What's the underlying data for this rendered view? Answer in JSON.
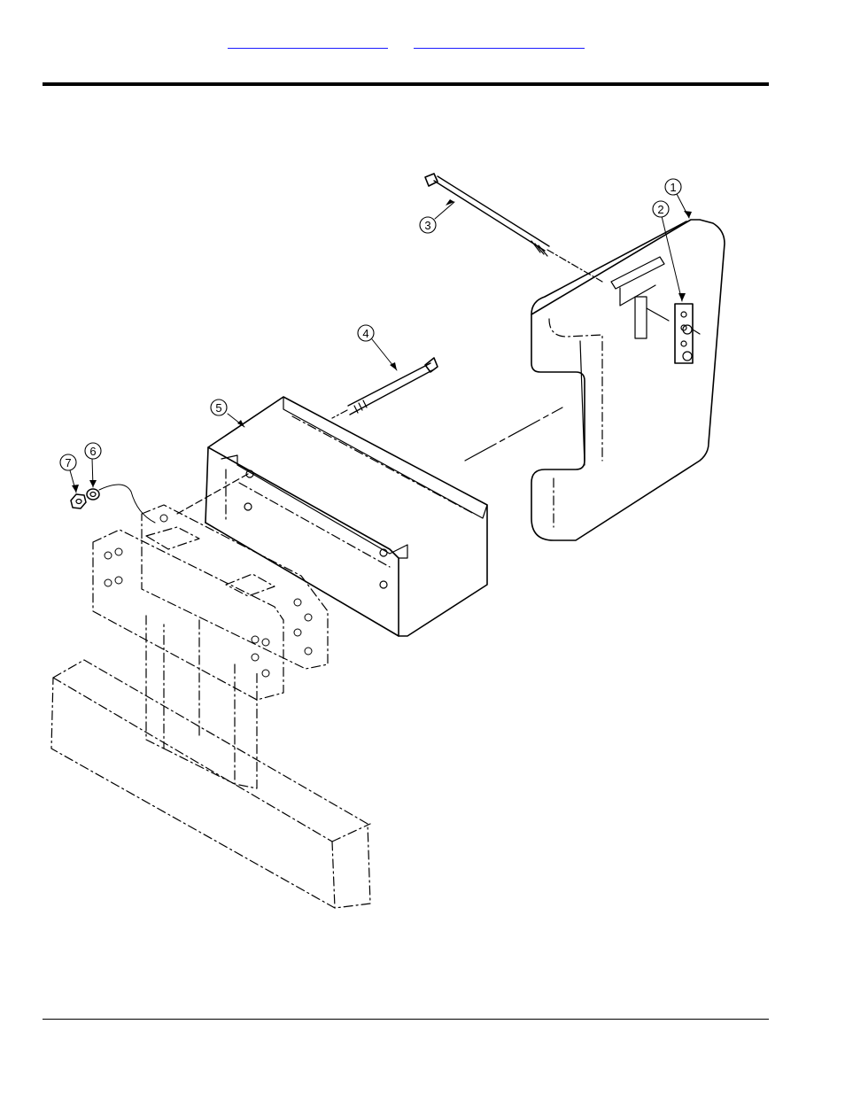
{
  "header": {
    "links": [
      {
        "label": ""
      },
      {
        "label": ""
      }
    ]
  },
  "diagram": {
    "callouts": [
      "1",
      "2",
      "3",
      "4",
      "5",
      "6",
      "7"
    ]
  }
}
